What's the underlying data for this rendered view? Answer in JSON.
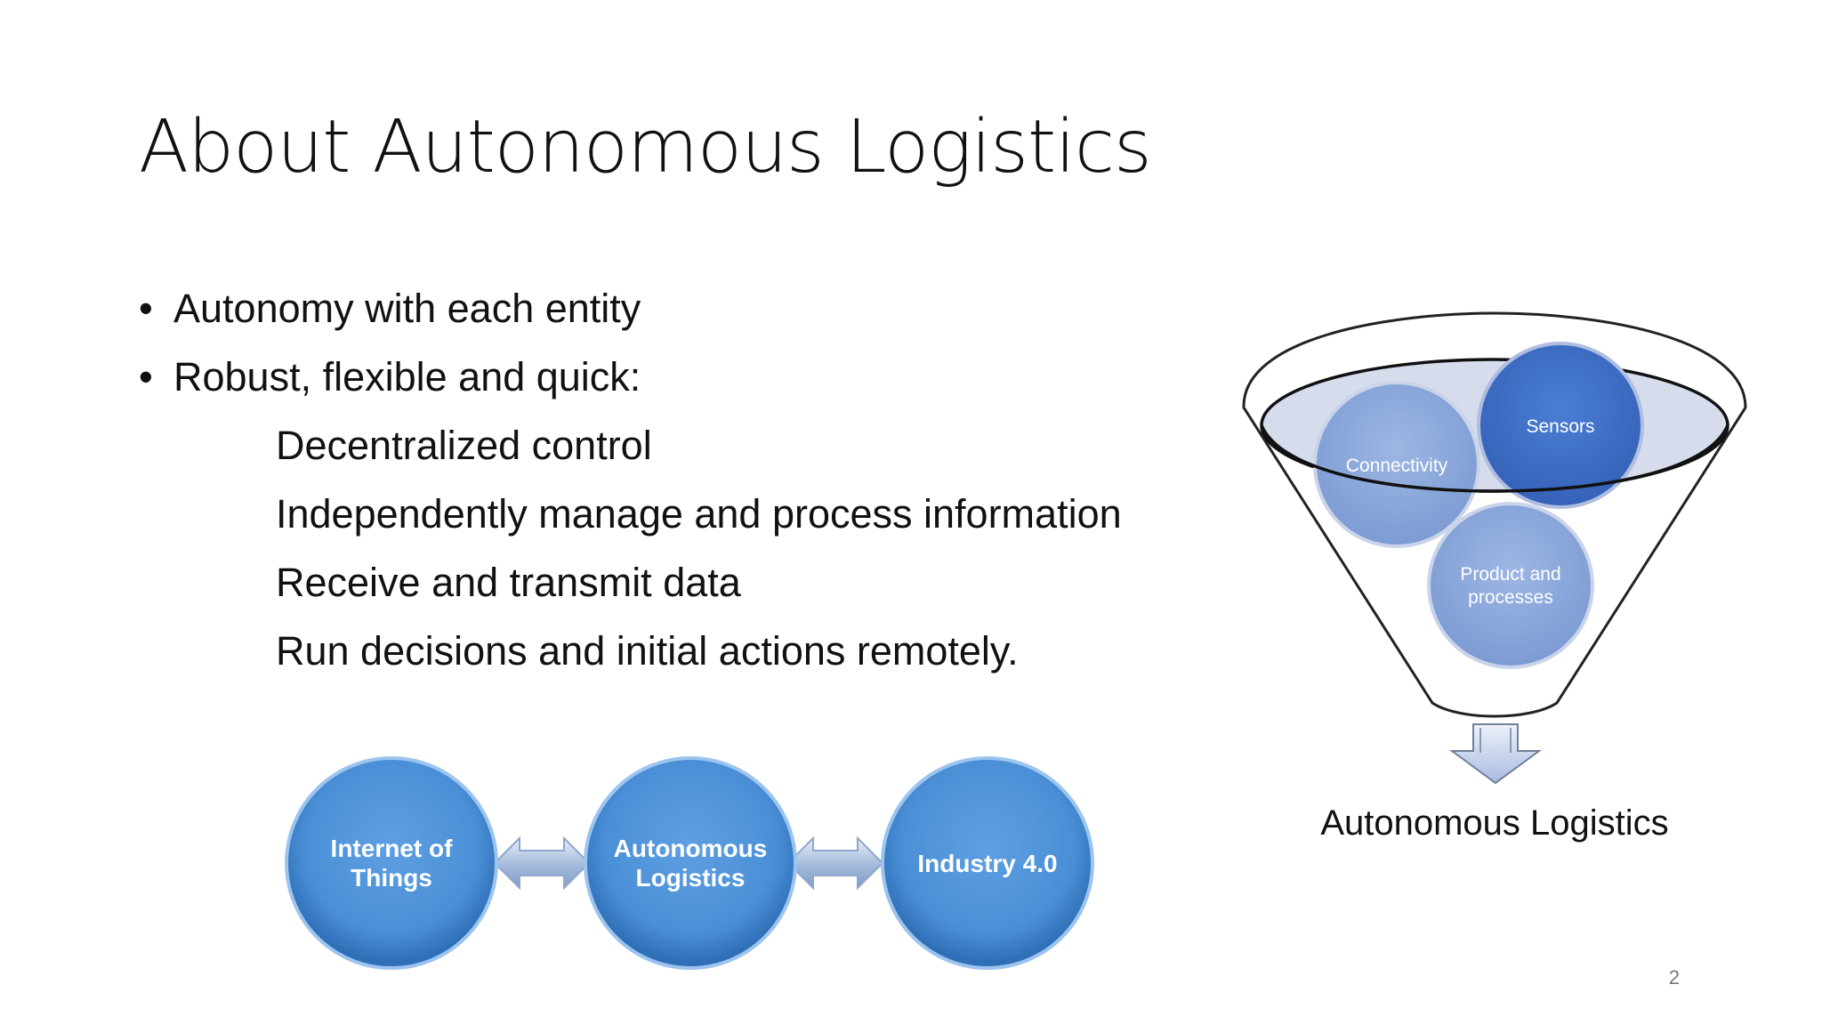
{
  "slide": {
    "title": "About Autonomous Logistics",
    "bullets": [
      {
        "text": "Autonomy with each entity",
        "level": 1
      },
      {
        "text": "Robust, flexible and quick:",
        "level": 1
      },
      {
        "text": "Decentralized control",
        "level": 2
      },
      {
        "text": "Independently manage and process information",
        "level": 2
      },
      {
        "text": "Receive and transmit data",
        "level": 2
      },
      {
        "text": "Run decisions and initial actions remotely.",
        "level": 2
      }
    ],
    "page_number": "2"
  },
  "flow_diagram": {
    "circles": [
      {
        "line1": "Internet of",
        "line2": "Things"
      },
      {
        "line1": "Autonomous",
        "line2": "Logistics"
      },
      {
        "line1": "Industry 4.0",
        "line2": ""
      }
    ],
    "color": "#4a8fd6"
  },
  "funnel_diagram": {
    "inputs": {
      "sensors": "Sensors",
      "connectivity": "Connectivity",
      "product_line1": "Product and",
      "product_line2": "processes"
    },
    "output_label": "Autonomous Logistics",
    "colors": {
      "dark_blue": "#3c6ec6",
      "light_blue": "#8aa7dc",
      "rim_fill": "#d6dcec"
    }
  }
}
